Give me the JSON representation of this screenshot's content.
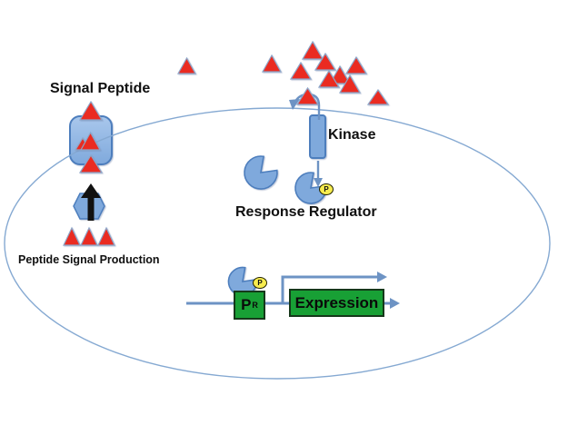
{
  "labels": {
    "signal_peptide": "Signal Peptide",
    "kinase": "Kinase",
    "response_regulator": "Response Regulator",
    "peptide_signal_production": "Peptide Signal Production",
    "expression": "Expression",
    "promoter_main": "P",
    "promoter_sub": "R",
    "phosphate_badge": "P"
  },
  "colors": {
    "peptide_red": "#EA2B21",
    "peptide_outline": "#8CA5C8",
    "protein_blue": "#7FA9DC",
    "protein_blue_border": "#4D7EBD",
    "membrane_line": "#85A9D2",
    "arrow_blue": "#6D93C4",
    "gene_green": "#18A035",
    "gene_border": "#15381A",
    "phosphate_yellow": "#F7EC4E",
    "production_arrow_black": "#111111"
  },
  "icons": {
    "signal_peptide_icon": "red-triangle",
    "transporter_icon": "blue-rounded-square",
    "kinase_icon": "blue-vertical-bar",
    "response_regulator_icon": "blue-pacman-circle",
    "phosphate_icon": "yellow-p-circle",
    "cell_icon": "blue-ellipse-outline"
  }
}
